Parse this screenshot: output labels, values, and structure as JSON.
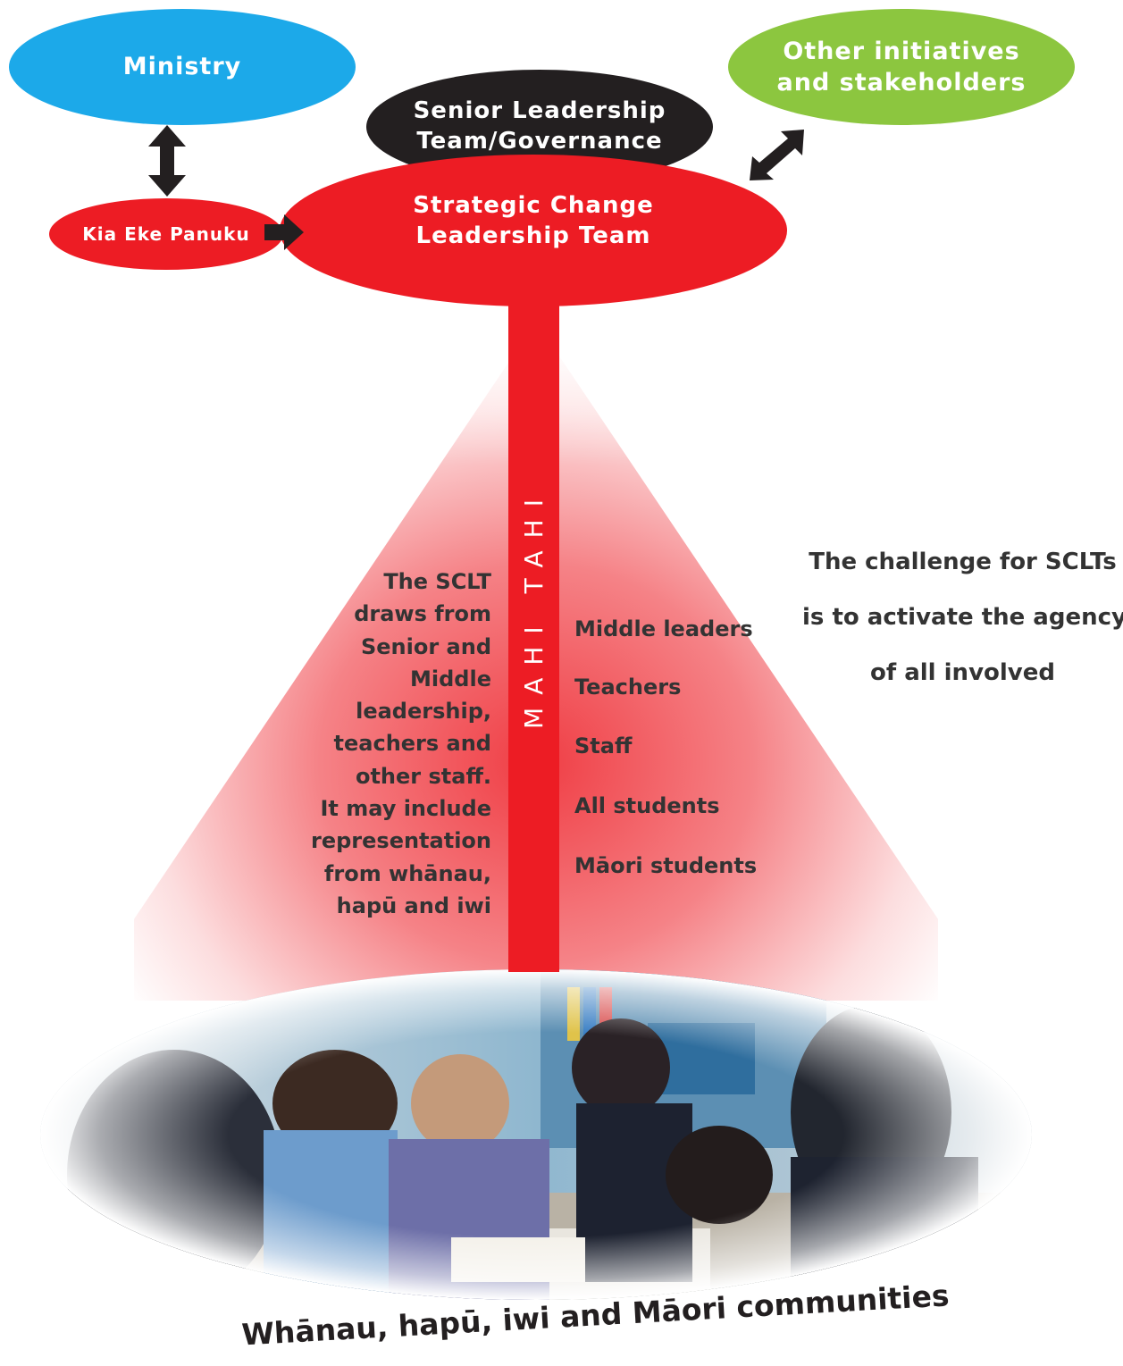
{
  "nodes": {
    "ministry": "Ministry",
    "other": "Other initiatives\nand stakeholders",
    "slt": "Senior Leadership\nTeam/Governance",
    "sclt": "Strategic Change\nLeadership Team",
    "kia": "Kia Eke Panuku"
  },
  "pole_label": "MAHI TAHI",
  "sclt_description": [
    "The SCLT",
    "draws from",
    "Senior and",
    "Middle",
    "leadership,",
    "teachers and",
    "other staff.",
    "It may include",
    "representation",
    "from whānau,",
    "hapū and iwi"
  ],
  "roles": [
    "Middle leaders",
    "Teachers",
    "Staff",
    "All students",
    "Māori students"
  ],
  "challenge": [
    "The challenge for SCLTs",
    "is to activate the agency",
    "of all involved"
  ],
  "community": "Whānau, hapū, iwi and Māori communities",
  "colors": {
    "ministry": "#1ca9e9",
    "other": "#8cc63f",
    "slt": "#231f20",
    "sclt": "#ed1c24"
  }
}
